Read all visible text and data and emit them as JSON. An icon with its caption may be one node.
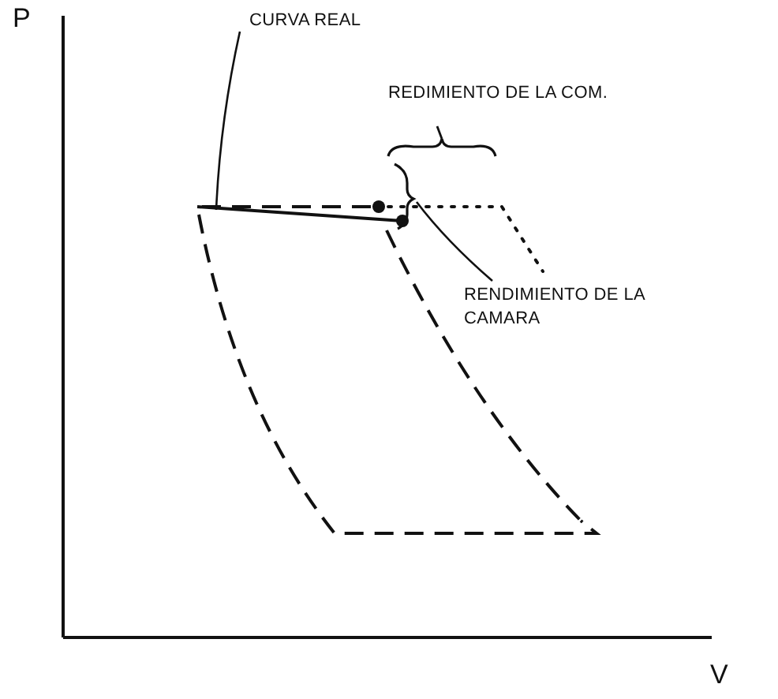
{
  "diagram": {
    "nodes": [
      {
        "text": [
          "CURVA REAL"
        ]
      },
      {
        "text": [],
        "shape": "curve"
      },
      {
        "text": [
          "RENDIMIENTO DE LA CAMARA"
        ]
      },
      {
        "text": [],
        "shape": "brace"
      }
    ],
    "edges": [
      {
        "from": 0,
        "to": 1,
        "arrow": "none"
      },
      {
        "from": 2,
        "to": 3,
        "arrow": "none"
      }
    ],
    "labels": [
      "P",
      "REDIMIENTO DE LA COM.",
      "V"
    ]
  }
}
